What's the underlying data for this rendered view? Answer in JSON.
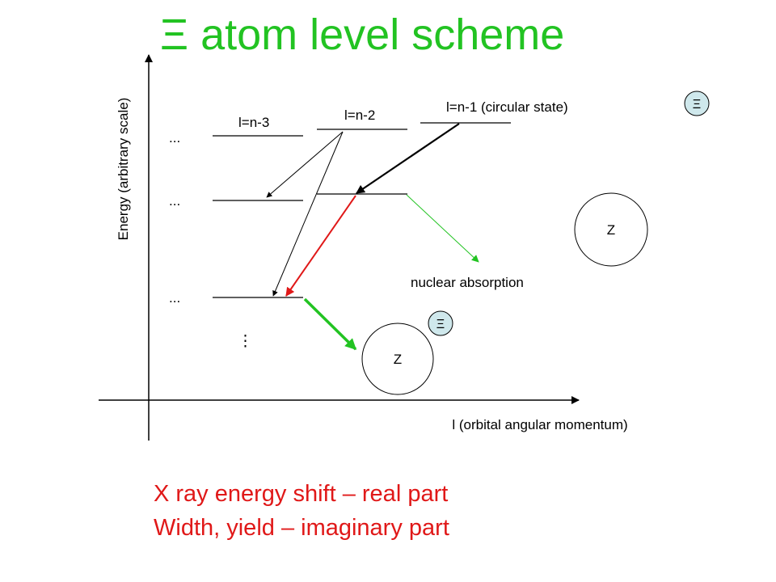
{
  "title": "Ξ atom level scheme",
  "axes": {
    "y_label": "Energy (arbitrary scale)",
    "x_label": "l (orbital angular momentum)"
  },
  "levels": {
    "col1_label": "l=n-3",
    "col2_label": "l=n-2",
    "col3_label": "l=n-1 (circular state)",
    "ellipsis": "...",
    "vertical_ellipsis": "⋮"
  },
  "annotations": {
    "nuclear_absorption": "nuclear absorption",
    "nucleus": "Z",
    "xi_particle": "Ξ"
  },
  "notes": {
    "line1": "X ray energy shift – real part",
    "line2": "Width, yield – imaginary part"
  },
  "colors": {
    "title": "#22c322",
    "notes": "#e01818",
    "radiative_arrow": "#e01818",
    "absorption_arrow": "#22c322",
    "xi_fill": "#cfe8ec"
  }
}
